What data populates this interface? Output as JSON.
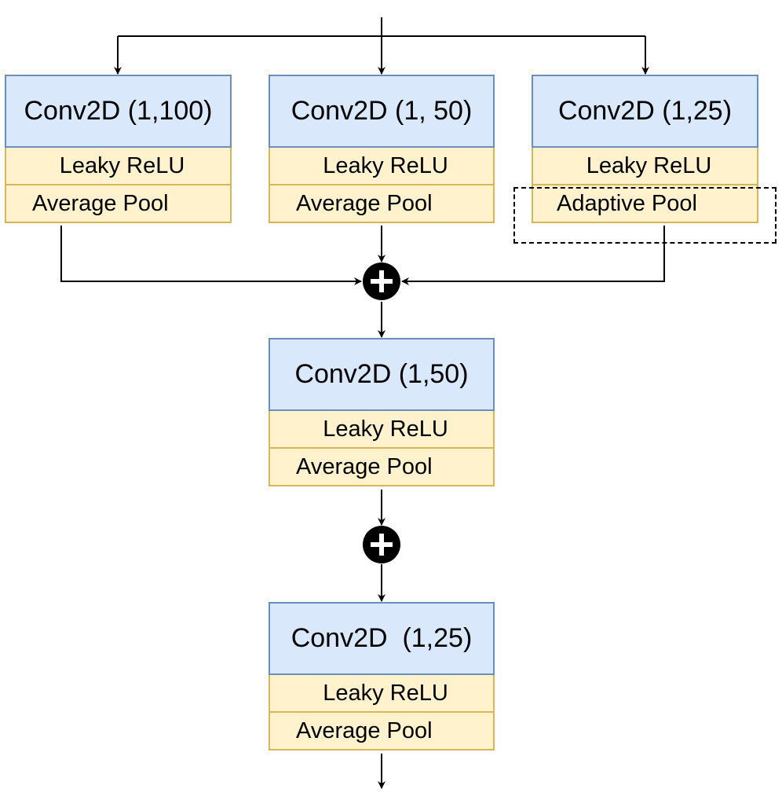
{
  "blocks": [
    {
      "conv": "Conv2D (1,100)",
      "activation": "Leaky ReLU",
      "pool": "Average Pool"
    },
    {
      "conv": "Conv2D (1, 50)",
      "activation": "Leaky ReLU",
      "pool": "Average Pool"
    },
    {
      "conv": "Conv2D (1,25)",
      "activation": "Leaky ReLU",
      "pool": "Adaptive Pool"
    },
    {
      "conv": "Conv2D (1,50)",
      "activation": "Leaky ReLU",
      "pool": "Average Pool"
    },
    {
      "conv": "Conv2D  (1,25)",
      "activation": "Leaky ReLU",
      "pool": "Average Pool"
    }
  ],
  "colors": {
    "conv_fill": "#dae8fc",
    "conv_border": "#6c8ebf",
    "layer_fill": "#fff2cc",
    "layer_border": "#d6b656",
    "line": "#000000"
  },
  "icons": {
    "sum_node": "plus-circle-icon",
    "arrow": "arrowhead-icon"
  }
}
